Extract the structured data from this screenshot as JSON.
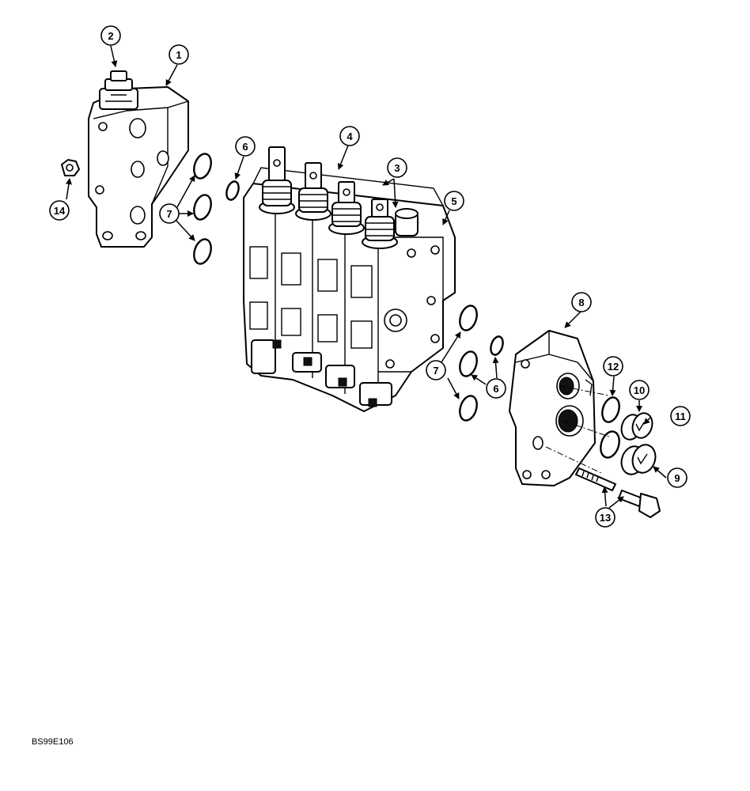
{
  "figure_id": "BS99E106",
  "callouts": [
    {
      "id": "callout-1",
      "label": "1"
    },
    {
      "id": "callout-2",
      "label": "2"
    },
    {
      "id": "callout-3",
      "label": "3"
    },
    {
      "id": "callout-4",
      "label": "4"
    },
    {
      "id": "callout-5",
      "label": "5"
    },
    {
      "id": "callout-6a",
      "label": "6"
    },
    {
      "id": "callout-6b",
      "label": "6"
    },
    {
      "id": "callout-7a",
      "label": "7"
    },
    {
      "id": "callout-7b",
      "label": "7"
    },
    {
      "id": "callout-8",
      "label": "8"
    },
    {
      "id": "callout-9",
      "label": "9"
    },
    {
      "id": "callout-10",
      "label": "10"
    },
    {
      "id": "callout-11",
      "label": "11"
    },
    {
      "id": "callout-12",
      "label": "12"
    },
    {
      "id": "callout-13",
      "label": "13"
    },
    {
      "id": "callout-14",
      "label": "14"
    }
  ]
}
